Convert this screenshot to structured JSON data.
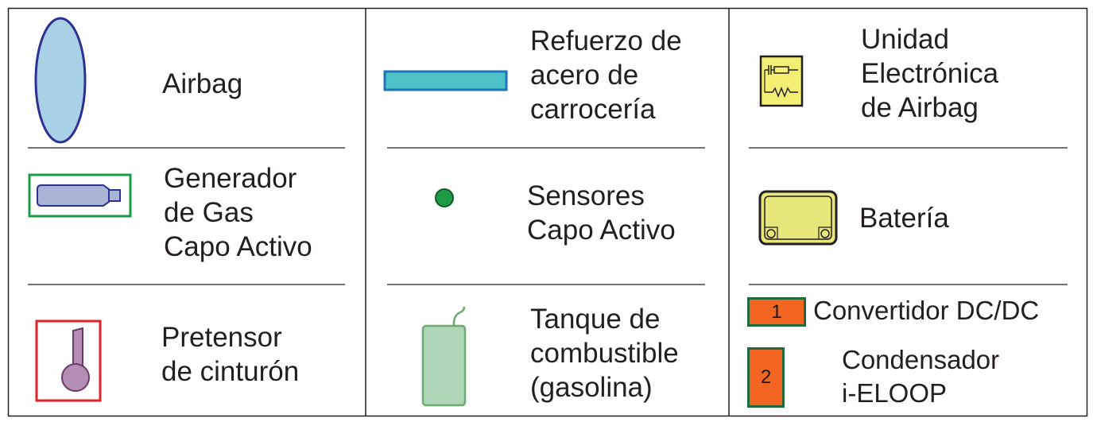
{
  "legend": {
    "col1": {
      "airbag": {
        "label": "Airbag",
        "icon": "airbag-icon"
      },
      "gas_generator": {
        "lines": [
          "Generador",
          "de Gas",
          "Capo Activo"
        ],
        "icon": "gas-generator-icon"
      },
      "pretensioner": {
        "lines": [
          "Pretensor",
          "de cinturón"
        ],
        "icon": "seatbelt-pretensioner-icon"
      }
    },
    "col2": {
      "steel_reinforcement": {
        "lines": [
          "Refuerzo de",
          "acero de",
          "carrocería"
        ],
        "icon": "steel-bar-icon"
      },
      "hood_sensors": {
        "lines": [
          "Sensores",
          "Capo Activo"
        ],
        "icon": "sensor-dot-icon"
      },
      "fuel_tank": {
        "lines": [
          "Tanque de",
          "combustible",
          "(gasolina)"
        ],
        "icon": "fuel-tank-icon"
      }
    },
    "col3": {
      "airbag_ecu": {
        "lines": [
          "Unidad",
          "Electrónica",
          "de Airbag"
        ],
        "icon": "circuit-board-icon"
      },
      "battery": {
        "label": "Batería",
        "icon": "battery-icon"
      },
      "dcdc_converter": {
        "badge": "1",
        "label": "Convertidor DC/DC"
      },
      "capacitor": {
        "badge": "2",
        "lines": [
          "Condensador",
          "i-ELOOP"
        ]
      }
    }
  },
  "colors": {
    "airbag_fill": "#a8d0e6",
    "airbag_stroke": "#2e3192",
    "steel_fill": "#4dc3c8",
    "steel_stroke": "#1b75bc",
    "generator_box": "#1a9b48",
    "sensor": "#1f9b45",
    "pretensioner_box": "#e4202a",
    "pretensioner_fill": "#b48fb3",
    "fuel_fill": "#b0d6b8",
    "fuel_stroke": "#6aab6e",
    "ecu_fill": "#f3ef74",
    "battery_fill": "#e6e67a",
    "badge_fill": "#f26522",
    "badge_stroke": "#1f6b3a"
  }
}
